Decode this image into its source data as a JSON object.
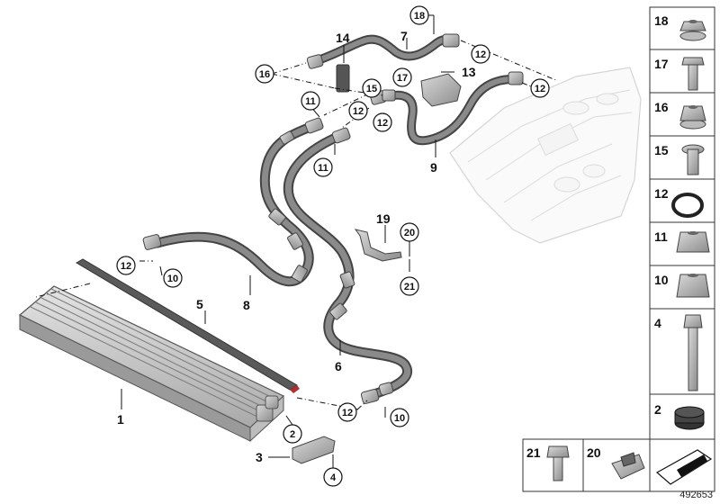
{
  "diagram": {
    "reference": "492653",
    "labels": [
      "1",
      "2",
      "3",
      "4",
      "5",
      "6",
      "7",
      "8",
      "9",
      "10",
      "11",
      "12",
      "13",
      "14",
      "15",
      "16",
      "17",
      "18",
      "19",
      "20",
      "21"
    ],
    "side_panel": [
      "18",
      "17",
      "16",
      "15",
      "12",
      "11",
      "10",
      "4",
      "2"
    ],
    "bottom_panel": [
      "21",
      "20"
    ]
  }
}
